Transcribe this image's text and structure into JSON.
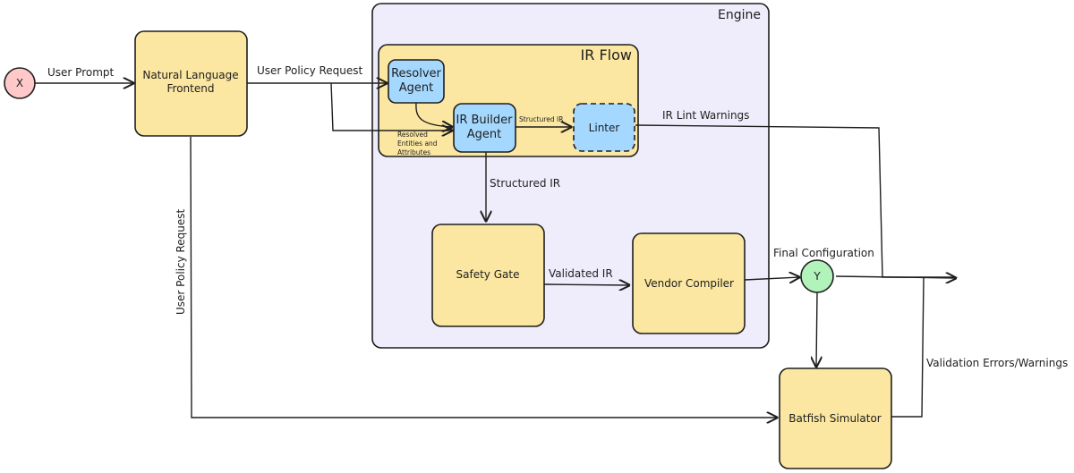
{
  "containers": {
    "engine": "Engine",
    "ir_flow": "IR Flow"
  },
  "nodes": {
    "x": "X",
    "y": "Y",
    "nl_frontend_line1": "Natural Language",
    "nl_frontend_line2": "Frontend",
    "resolver_line1": "Resolver",
    "resolver_line2": "Agent",
    "ir_builder_line1": "IR Builder",
    "ir_builder_line2": "Agent",
    "linter": "Linter",
    "safety_gate": "Safety Gate",
    "vendor_compiler": "Vendor Compiler",
    "batfish": "Batfish Simulator"
  },
  "edges": {
    "user_prompt": "User Prompt",
    "user_policy_request_top": "User Policy Request",
    "user_policy_request_side": "User Policy Request",
    "resolved_line1": "Resolved",
    "resolved_line2": "Entities and",
    "resolved_line3": "Attributes",
    "structured_ir_small": "Structured IR",
    "structured_ir": "Structured IR",
    "ir_lint_warnings": "IR Lint Warnings",
    "validated_ir": "Validated IR",
    "final_configuration": "Final Configuration",
    "validation_errors": "Validation Errors/Warnings"
  },
  "colors": {
    "node_yellow": "#fbe7a1",
    "node_blue": "#a5d8ff",
    "engine_bg": "#efedfb",
    "start_red": "#ffc9c9",
    "end_green": "#b2f2bb"
  }
}
